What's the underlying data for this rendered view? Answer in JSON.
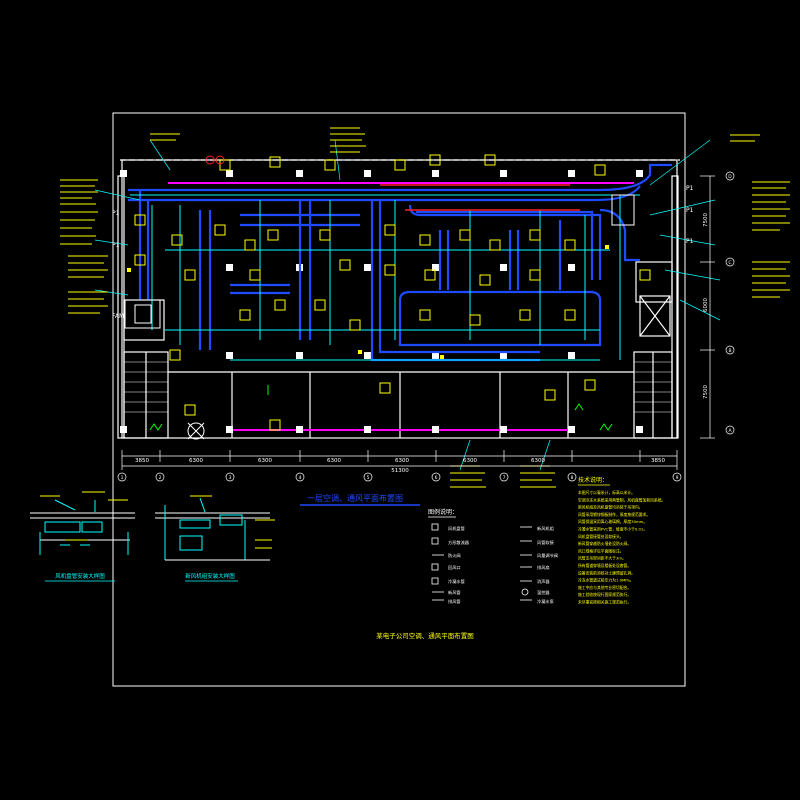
{
  "drawing": {
    "plan_title": "一层空调、通风平面布置图",
    "sheet_title": "某电子公司空调、通风平面布置图",
    "notes_title": "技术说明：",
    "legend_title": "图例说明：",
    "detail_left_title": "风机盘管安装大样图",
    "detail_right_title": "新风机组安装大样图",
    "dimensions": {
      "segments": [
        "3850",
        "6300",
        "6300",
        "6300",
        "6300",
        "6300",
        "6300",
        "3850"
      ],
      "total": "51300",
      "right": [
        "7500",
        "6000",
        "7500"
      ]
    },
    "axes": {
      "bottom": [
        "1",
        "2",
        "3",
        "4",
        "5",
        "6",
        "7",
        "8",
        "9"
      ],
      "right": [
        "D",
        "C",
        "B",
        "A"
      ]
    },
    "labels": {
      "p1_a": "P1",
      "p1_b": "P1",
      "fam": "FAM",
      "p1_r1": "P1",
      "p1_r2": "P1",
      "p1_r3": "P1"
    },
    "legend": [
      {
        "left": "风机盘管",
        "right": "新风机组"
      },
      {
        "left": "方形散流器",
        "right": "风管软接"
      },
      {
        "left": "防火阀",
        "right": "风量调节阀"
      },
      {
        "left": "回风口",
        "right": "排风扇"
      },
      {
        "left": "冷凝水管",
        "right": "消声器"
      },
      {
        "left": "新风管",
        "right": "温控器"
      },
      {
        "left": "排风管",
        "right": "冷凝水泵"
      }
    ],
    "notes": [
      "本图尺寸以毫米计，标高以米计。",
      "空调冷冻水系统采用两管制，风机盘管加新风系统。",
      "新风机组及风机盘管均吊装于吊顶内。",
      "风管采用镀锌钢板制作，厚度按规范要求。",
      "风管保温采用离心玻璃棉，厚度30mm。",
      "冷凝水管采用PVC管，坡度不小于0.01。",
      "风机盘管接管处设软接头。",
      "新风管穿越防火墙处设防火阀。",
      "风口规格详见平面图标注。",
      "风管支吊架间距不大于3m。",
      "所有管道穿墙及楼板处设套管。",
      "设备安装前须核对土建预留孔洞。",
      "冷冻水管道试验压力为1.0MPa。",
      "施工中应与其他专业密切配合。",
      "施工验收按现行国家规范执行。",
      "未尽事宜按相关施工规范执行。"
    ]
  },
  "colors": {
    "frame": "#ffffff",
    "wall": "#ffffff",
    "duct": "#1e4bff",
    "pipe": "#00ffff",
    "equipment": "#ffff00",
    "partition": "#ff00ff",
    "red": "#ff2020",
    "green": "#00ff00",
    "title": "#ffff00",
    "background": "#000000"
  }
}
